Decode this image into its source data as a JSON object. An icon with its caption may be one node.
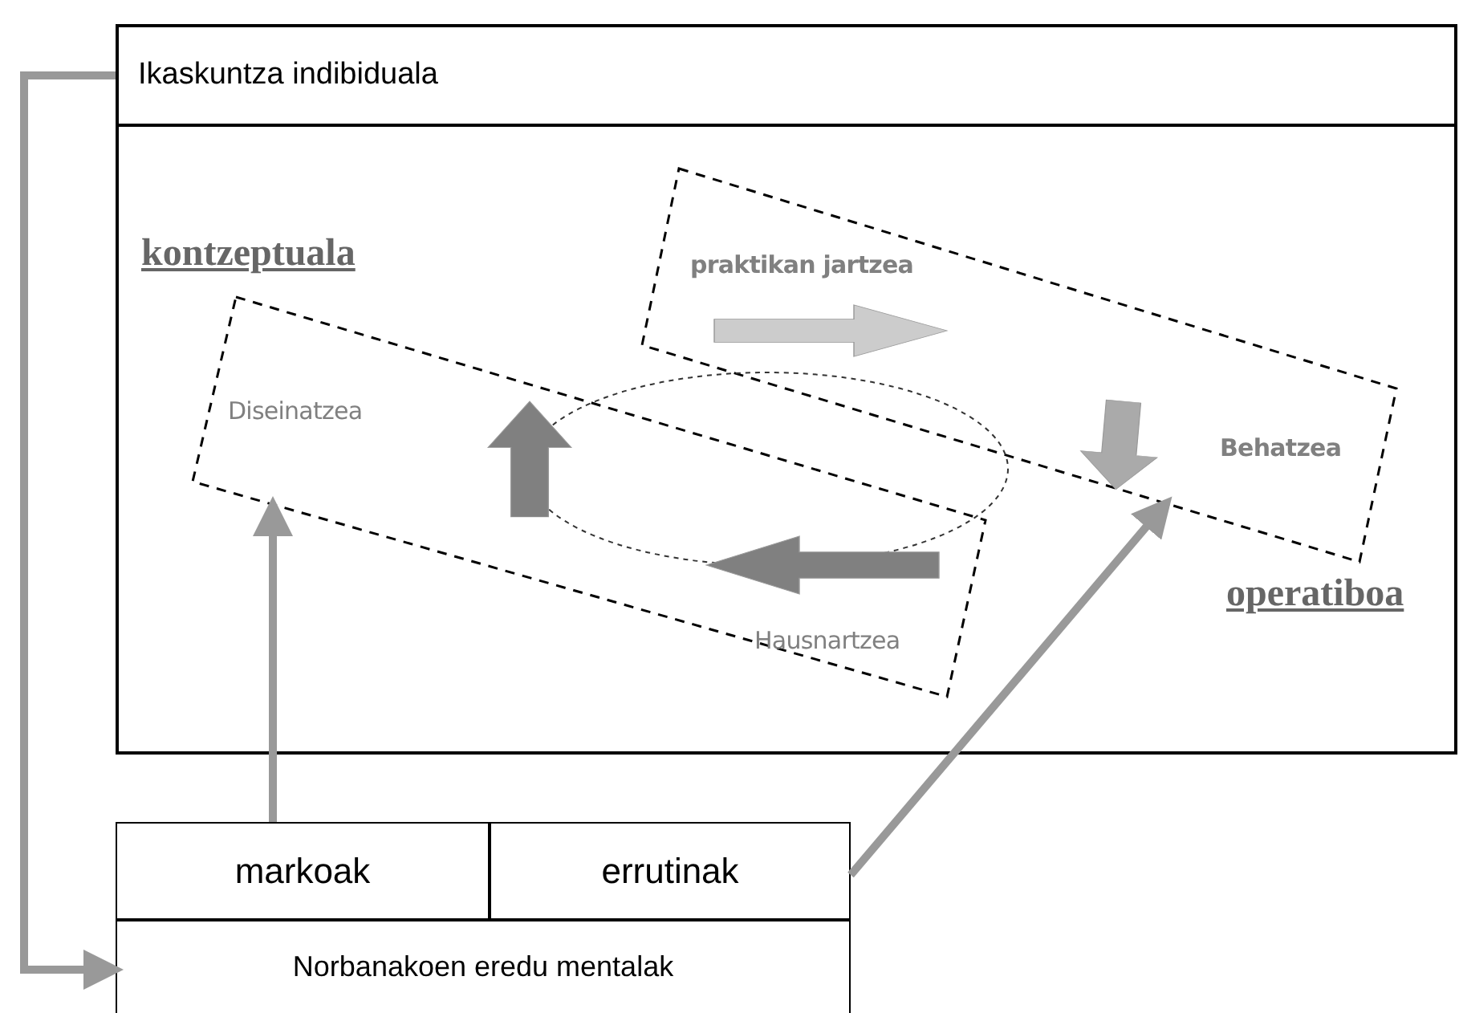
{
  "diagram": {
    "nodes": [
      {
        "text": [
          "Ikaskuntza indibiduala"
        ]
      },
      {
        "text": [
          "Diseinatzea",
          "Hausnartzea"
        ],
        "in": 0,
        "beside": [
          "kontzeptuala"
        ]
      },
      {
        "text": [
          "praktikan jartzea",
          "Behatzea"
        ],
        "in": 0,
        "beside": [
          "operatiboa"
        ]
      },
      {
        "text": [
          "markoak"
        ]
      },
      {
        "text": [
          "errutinak"
        ]
      },
      {
        "text": [
          "Norbanakoen eredu mentalak"
        ]
      }
    ],
    "edges": [
      {
        "from": 3,
        "to": 1,
        "arrow": "to"
      },
      {
        "from": 4,
        "to": 2,
        "arrow": "to"
      },
      {
        "from": 0,
        "to": 5,
        "arrow": "to"
      }
    ]
  }
}
